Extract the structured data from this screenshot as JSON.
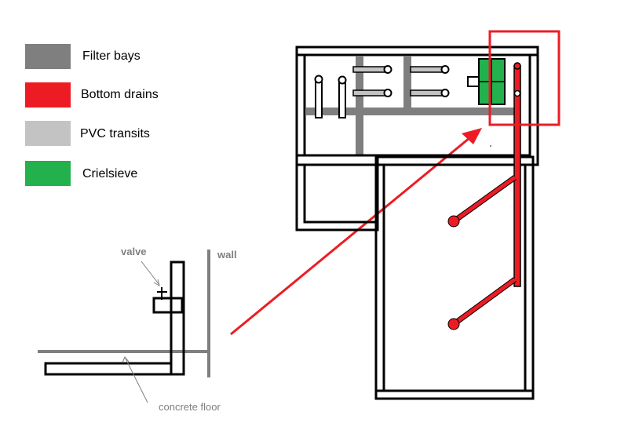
{
  "legend": [
    {
      "label": "Filter bays",
      "color": "#7f7f7f"
    },
    {
      "label": "Bottom drains",
      "color": "#ed1c24"
    },
    {
      "label": "PVC transits",
      "color": "#c3c3c3"
    },
    {
      "label": "Crielsieve",
      "color": "#22b14c"
    }
  ],
  "detail_labels": {
    "valve": "valve",
    "wall": "wall",
    "concrete_floor": "concrete floor"
  },
  "colors": {
    "outline": "#000000",
    "highlight_box": "#ed1c24",
    "arrow": "#ed1c24",
    "label_gray": "#7f7f7f"
  }
}
